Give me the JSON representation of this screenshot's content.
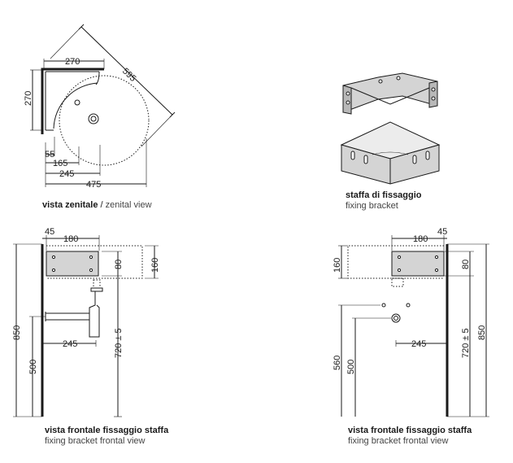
{
  "panels": {
    "zenital": {
      "dims": {
        "diag": "595",
        "top": "270",
        "left": "270",
        "d55": "55",
        "d165": "165",
        "d245": "245",
        "d475": "475"
      },
      "caption_bold": "vista zenitale",
      "caption_sep": " / ",
      "caption_rest": "zenital view"
    },
    "bracket": {
      "caption_bold": "staffa di fissaggio",
      "caption_sub": "fixing bracket"
    },
    "front_left": {
      "dims": {
        "d45": "45",
        "d180": "180",
        "d80": "80",
        "d160": "160",
        "d850": "850",
        "d500": "500",
        "d245": "245",
        "d720": "720 ± 5"
      },
      "caption_bold": "vista frontale fissaggio staffa",
      "caption_sub": "fixing bracket frontal view"
    },
    "front_right": {
      "dims": {
        "d180": "180",
        "d45": "45",
        "d160": "160",
        "d80": "80",
        "d560": "560",
        "d500": "500",
        "d245": "245",
        "d720": "720 ± 5",
        "d850": "850"
      },
      "caption_bold": "vista frontale fissaggio staffa",
      "caption_sub": "fixing bracket frontal view"
    }
  },
  "colors": {
    "line": "#1a1a1a",
    "bracket_fill": "#d4d4d4",
    "bracket_top": "#ececec"
  }
}
